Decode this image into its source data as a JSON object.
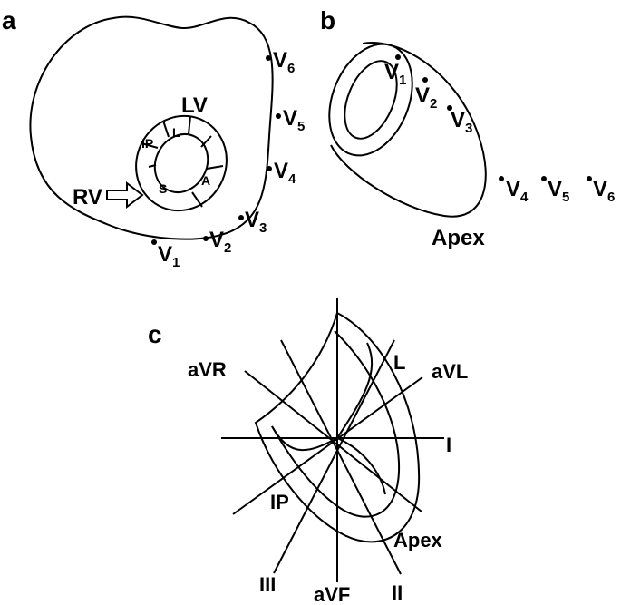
{
  "panels": {
    "a": {
      "letter": "a",
      "lv_label": "LV",
      "rv_label": "RV",
      "segments": {
        "l": "L",
        "ip": "IP",
        "s": "S",
        "a": "A"
      },
      "leads": [
        {
          "main": "V",
          "sub": "1"
        },
        {
          "main": "V",
          "sub": "2"
        },
        {
          "main": "V",
          "sub": "3"
        },
        {
          "main": "V",
          "sub": "4"
        },
        {
          "main": "V",
          "sub": "5"
        },
        {
          "main": "V",
          "sub": "6"
        }
      ]
    },
    "b": {
      "letter": "b",
      "apex_label": "Apex",
      "leads": [
        {
          "main": "V",
          "sub": "1"
        },
        {
          "main": "V",
          "sub": "2"
        },
        {
          "main": "V",
          "sub": "3"
        },
        {
          "main": "V",
          "sub": "4"
        },
        {
          "main": "V",
          "sub": "5"
        },
        {
          "main": "V",
          "sub": "6"
        }
      ]
    },
    "c": {
      "letter": "c",
      "axis_labels": {
        "avr": "aVR",
        "avl": "aVL",
        "i": "I",
        "ii": "II",
        "iii": "III",
        "avf": "aVF"
      },
      "region_labels": {
        "l": "L",
        "ip": "IP",
        "apex": "Apex"
      }
    }
  }
}
